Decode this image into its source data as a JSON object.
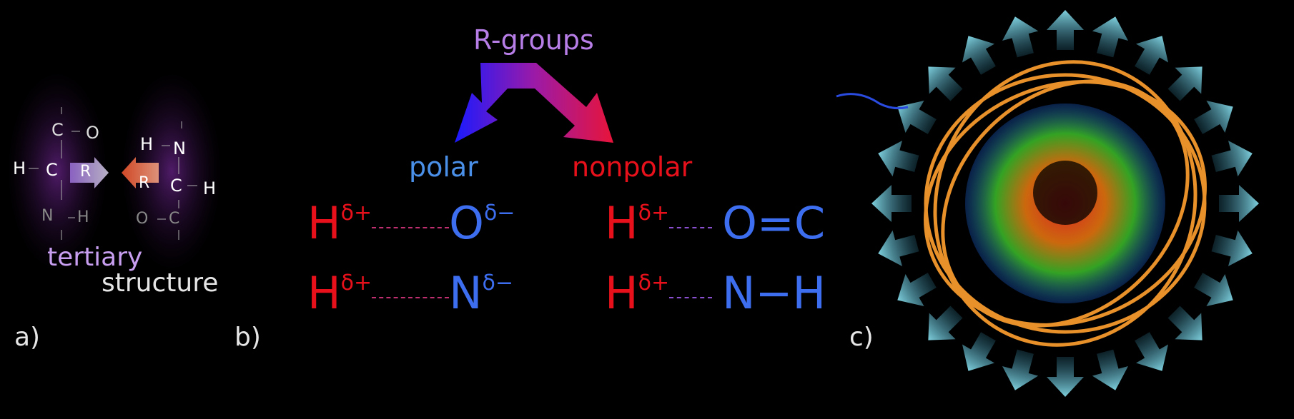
{
  "panel_a": {
    "label": "a)",
    "caption_line1": "tertiary",
    "caption_line2": "structure",
    "atoms": {
      "left_c_top": "C",
      "left_o_top": "O",
      "left_h_mid": "H",
      "left_c_mid": "C",
      "left_r": "R",
      "left_n_bot": "N",
      "left_h_bot": "H",
      "right_h_top": "H",
      "right_n_top": "N",
      "right_r": "R",
      "right_c_mid": "C",
      "right_h_mid": "H",
      "right_o_bot": "O",
      "right_c_bot": "C"
    }
  },
  "panel_b": {
    "label": "b)",
    "title": "R-groups",
    "polar_label": "polar",
    "nonpolar_label": "nonpolar",
    "polar_rows": [
      {
        "donor": "H",
        "donor_charge": "δ+",
        "acceptor": "O",
        "acceptor_charge": "δ−"
      },
      {
        "donor": "H",
        "donor_charge": "δ+",
        "acceptor": "N",
        "acceptor_charge": "δ−"
      }
    ],
    "nonpolar_rows": [
      {
        "donor": "H",
        "donor_charge": "δ+",
        "group": "O=C"
      },
      {
        "donor": "H",
        "donor_charge": "δ+",
        "group": "N−H"
      }
    ]
  },
  "panel_c": {
    "label": "c)"
  },
  "colors": {
    "red": "#e8111b",
    "blue": "#3d6ef0",
    "purple_title": "#b77ee8",
    "cyan_arrow": "#6fc3d6",
    "dna_orange": "#e8912a"
  }
}
